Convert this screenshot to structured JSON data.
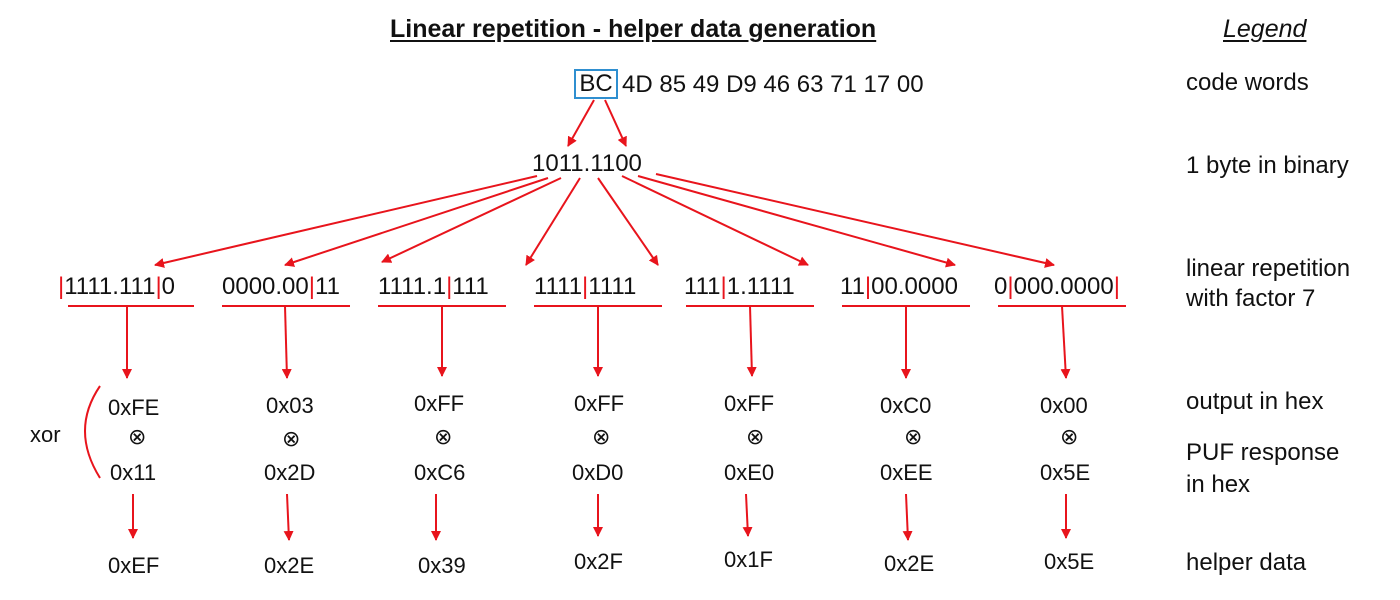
{
  "title": "Linear repetition - helper data generation",
  "legend": {
    "heading": "Legend",
    "code_words": "code words",
    "byte_binary": "1 byte in binary",
    "rep_line1": "linear repetition",
    "rep_line2": "with factor 7",
    "output_hex": "output in hex",
    "puf_line1": "PUF response",
    "puf_line2": "in hex",
    "helper": "helper data"
  },
  "code_words": {
    "highlighted": "BC",
    "rest": "4D 85 49 D9 46 63 71 17 00"
  },
  "binary": "1011.1100",
  "xor_label": "xor",
  "xor_symbol": "⊗",
  "colors": {
    "arrow": "#e8141c",
    "highlight_box": "#2f8fd0",
    "text": "#111111"
  },
  "columns": [
    {
      "rep_a": "1111.111",
      "rep_b": "0",
      "output": "0xFE",
      "puf": "0x11",
      "helper": "0xEF"
    },
    {
      "rep_a": "0000.00",
      "rep_b": "11",
      "output": "0x03",
      "puf": "0x2D",
      "helper": "0x2E"
    },
    {
      "rep_a": "1111.1",
      "rep_b": "111",
      "output": "0xFF",
      "puf": "0xC6",
      "helper": "0x39"
    },
    {
      "rep_a": "1111",
      "rep_b": "1111",
      "output": "0xFF",
      "puf": "0xD0",
      "helper": "0x2F"
    },
    {
      "rep_a": "111",
      "rep_b": "1.1111",
      "output": "0xFF",
      "puf": "0xE0",
      "helper": "0x1F"
    },
    {
      "rep_a": "11",
      "rep_b": "00.0000",
      "output": "0xC0",
      "puf": "0xEE",
      "helper": "0x2E"
    },
    {
      "rep_a": "0",
      "rep_b": "000.0000",
      "output": "0x00",
      "puf": "0x5E",
      "helper": "0x5E"
    }
  ]
}
